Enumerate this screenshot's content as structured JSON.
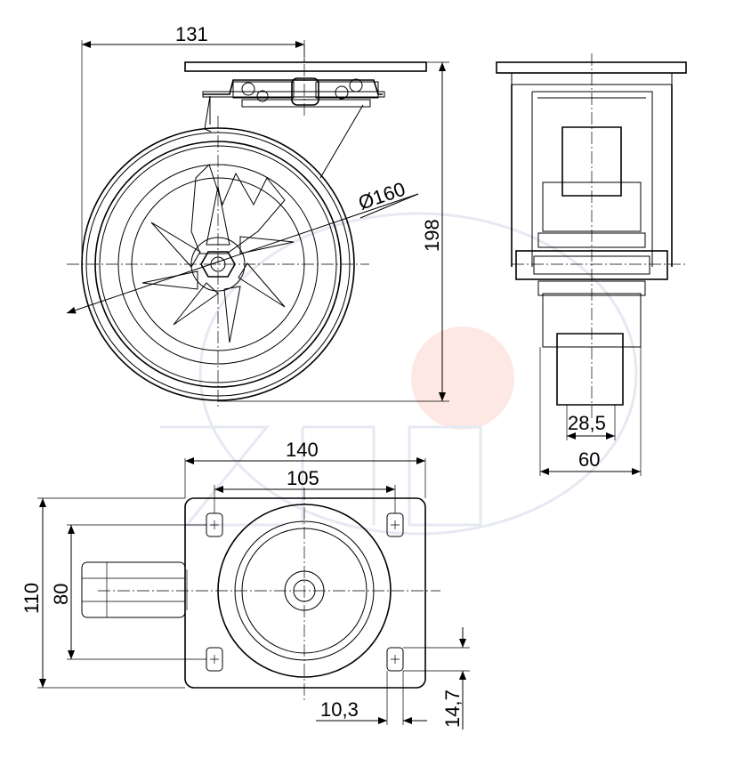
{
  "drawing": {
    "dimensions": {
      "mount_height_offset": "131",
      "wheel_diameter": "Ø160",
      "total_height": "198",
      "tread_width": "28,5",
      "wheel_width": "60",
      "plate_length": "140",
      "hole_spacing_length": "105",
      "plate_width": "110",
      "hole_spacing_width": "80",
      "hole_length": "10,3",
      "hole_width": "14,7"
    },
    "colors": {
      "line": "#000000",
      "watermark_blue": "#e6e9f2",
      "watermark_red": "#fde8e3"
    }
  }
}
